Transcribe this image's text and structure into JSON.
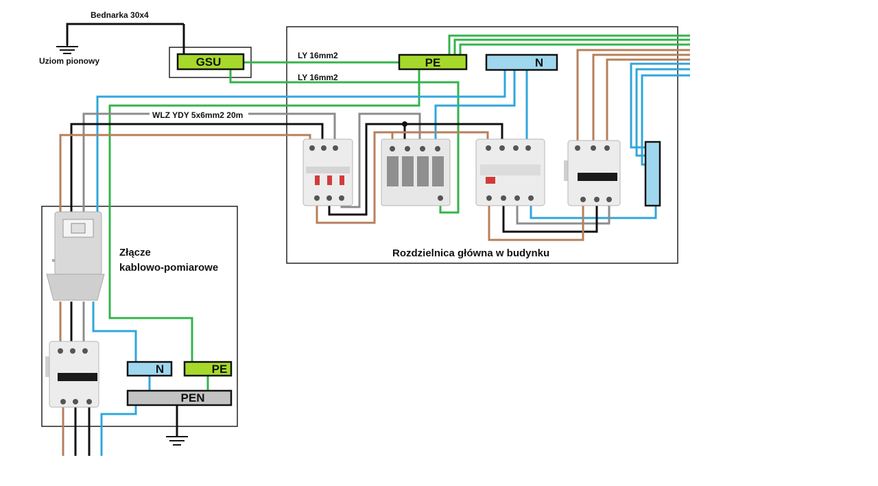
{
  "labels": {
    "bednarka": "Bednarka 30x4",
    "uziom": "Uziom pionowy",
    "ly1": "LY 16mm2",
    "ly2": "LY 16mm2",
    "wlz": "WLZ YDY 5x6mm2 20m",
    "zlacze_line1": "Złącze",
    "zlacze_line2": "kablowo-pomiarowe",
    "rozdzielnica": "Rozdzielnica główna w budynku"
  },
  "bars": {
    "gsu": "GSU",
    "pe_main": "PE",
    "n_main": "N",
    "n_zk": "N",
    "pe_zk": "PE",
    "pen_zk": "PEN"
  },
  "colors": {
    "brown": "#b77f5b",
    "black": "#111111",
    "grey": "#8c8c8c",
    "blue": "#2fa6dc",
    "green": "#33b44a",
    "lime_bar": "#a6d92b",
    "blue_bar": "#9fd7ee",
    "grey_bar": "#c3c3c3",
    "device_body": "#ececec"
  },
  "icons": [
    "ground-icon",
    "circuit-breaker-icon",
    "surge-protector-icon",
    "rcd-icon",
    "electricity-meter-icon"
  ]
}
